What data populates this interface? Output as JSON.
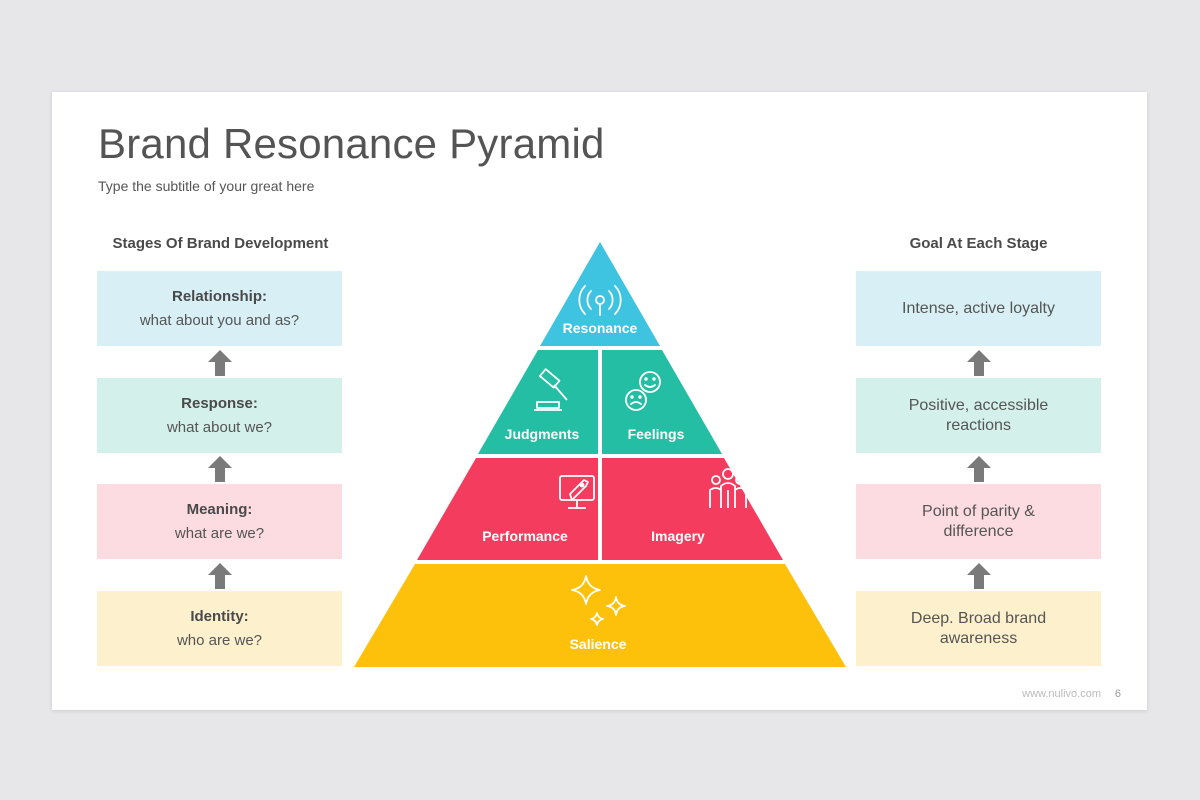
{
  "title": "Brand Resonance Pyramid",
  "subtitle": "Type the subtitle of your great here",
  "left_column": {
    "heading": "Stages Of Brand Development",
    "stages": [
      {
        "title": "Relationship:",
        "sub": "what about you and as?",
        "color": "#d8f0f5"
      },
      {
        "title": "Response:",
        "sub": "what about we?",
        "color": "#d3f0eb"
      },
      {
        "title": "Meaning:",
        "sub": "what are we?",
        "color": "#fcdbe1"
      },
      {
        "title": "Identity:",
        "sub": "who are we?",
        "color": "#fdf0cc"
      }
    ]
  },
  "right_column": {
    "heading": "Goal At Each Stage",
    "goals": [
      {
        "text": "Intense, active loyalty",
        "color": "#d8f0f5"
      },
      {
        "text": "Positive, accessible reactions",
        "color": "#d3f0eb"
      },
      {
        "text": "Point of parity & difference",
        "color": "#fcdbe1"
      },
      {
        "text": "Deep. Broad brand awareness",
        "color": "#fdf0cc"
      }
    ]
  },
  "pyramid": {
    "levels": [
      {
        "label": "Resonance",
        "icon": "signal-icon",
        "color": "#3ec3e0"
      },
      {
        "label": "Judgments",
        "icon": "gavel-icon",
        "color": "#23bea3"
      },
      {
        "label": "Feelings",
        "icon": "faces-icon",
        "color": "#23bea3"
      },
      {
        "label": "Performance",
        "icon": "rocket-monitor-icon",
        "color": "#f43d5e"
      },
      {
        "label": "Imagery",
        "icon": "people-icon",
        "color": "#f43d5e"
      },
      {
        "label": "Salience",
        "icon": "sparkles-icon",
        "color": "#fdc10c"
      }
    ]
  },
  "arrow_color": "#7a7a7a",
  "footer": {
    "url": "www.nulivo.com",
    "page": "6"
  }
}
